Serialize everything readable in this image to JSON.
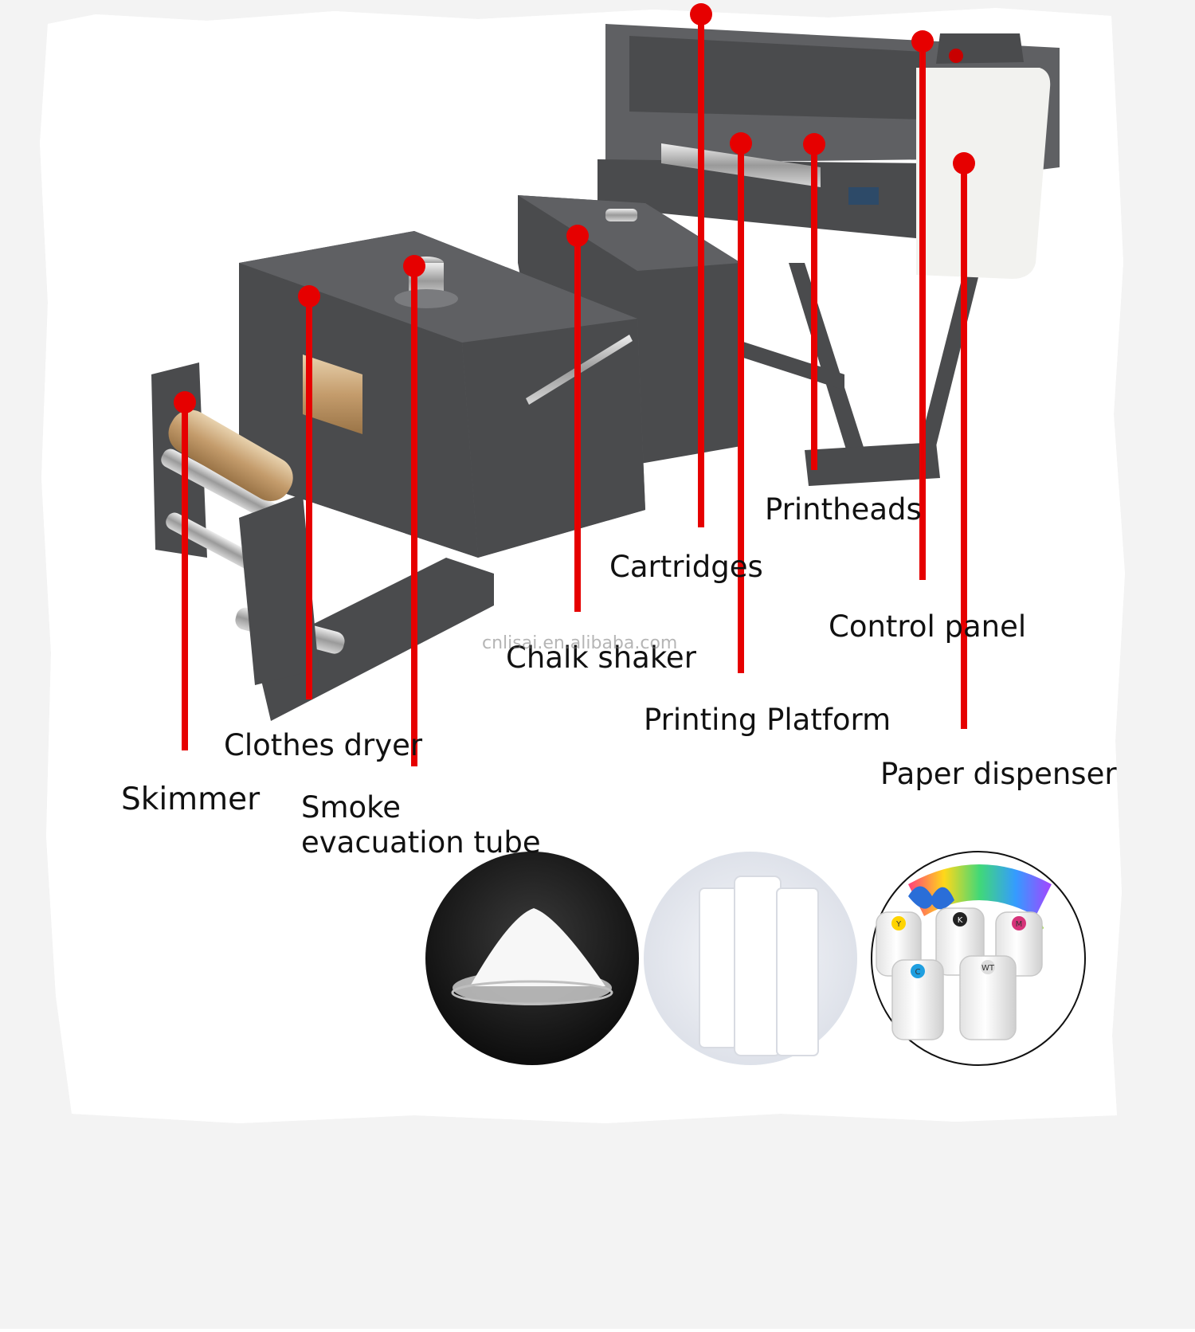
{
  "diagram": {
    "colors": {
      "callout_line": "#e60000",
      "machine_dark": "#4a4b4d",
      "machine_mid": "#5f6063",
      "machine_light": "#f2f2ef",
      "roll_paper": "#c8a57a",
      "paper_background": "#ffffff",
      "torn_edge_background": "#f3f3f3"
    },
    "callouts": [
      {
        "id": "skimmer",
        "label": "Skimmer"
      },
      {
        "id": "clothes-dryer",
        "label": "Clothes dryer"
      },
      {
        "id": "smoke-evacuation-tube",
        "label": "Smoke evacuation tube"
      },
      {
        "id": "chalk-shaker",
        "label": "Chalk shaker"
      },
      {
        "id": "cartridges",
        "label": "Cartridges"
      },
      {
        "id": "printing-platform",
        "label": "Printing Platform"
      },
      {
        "id": "printheads",
        "label": "Printheads"
      },
      {
        "id": "control-panel",
        "label": "Control panel"
      },
      {
        "id": "paper-dispenser",
        "label": "Paper dispenser"
      }
    ],
    "watermark": "cnlisai.en.alibaba.com",
    "consumables": [
      {
        "id": "powder",
        "icon": "powder-dish-icon"
      },
      {
        "id": "film-rolls",
        "icon": "film-rolls-icon"
      },
      {
        "id": "ink-bottles",
        "icon": "ink-bottles-icon",
        "bottle_labels": [
          "Y",
          "K",
          "M",
          "C",
          "WT"
        ]
      }
    ]
  }
}
